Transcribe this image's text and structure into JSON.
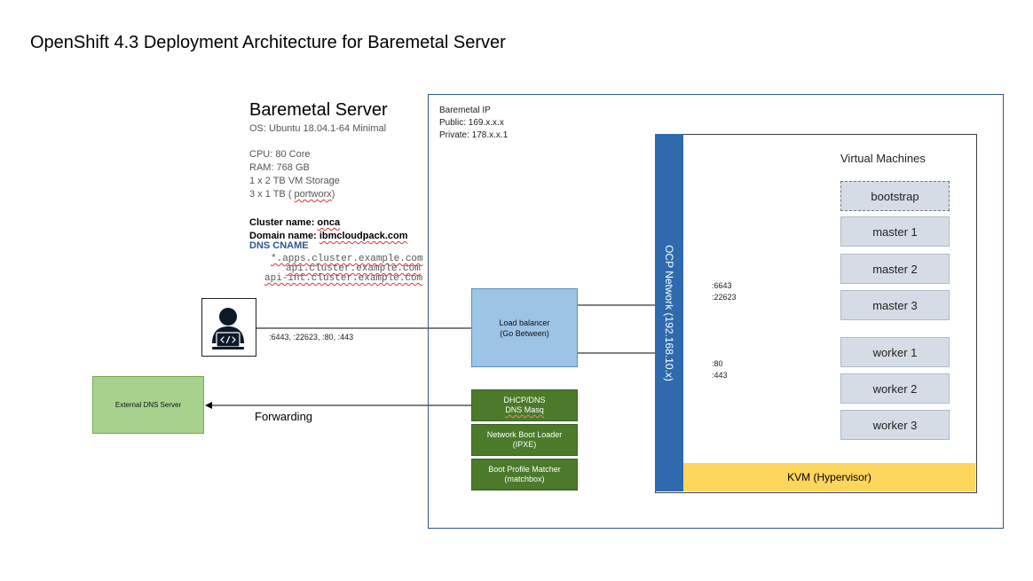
{
  "title": "OpenShift 4.3 Deployment Architecture for Baremetal Server",
  "server": {
    "title": "Baremetal Server",
    "os": "OS: Ubuntu 18.04.1-64 Minimal",
    "cpu": "CPU: 80 Core",
    "ram": "RAM: 768 GB",
    "storage1": "1 x 2 TB  VM Storage",
    "storage2_prefix": "3 x 1 TB (",
    "storage2_word": "portworx",
    "storage2_suffix": ")",
    "cluster_label": "Cluster name: ",
    "cluster_value": "onca",
    "domain_label": "Domain name: ",
    "domain_value": "ibmcloudpack.com",
    "dns_cname_label": "DNS CNAME",
    "cname1": "*.apps.cluster.example.com",
    "cname2": "api.cluster.example.com",
    "cname3": "api-int.cluster.example.com"
  },
  "baremetal_ip": {
    "label": "Baremetal IP",
    "public": "Public: 169.x.x.x",
    "private": "Private: 178.x.x.1"
  },
  "ocp_network": "OCP Network (192.168.10.x)",
  "virtual_machines": {
    "title": "Virtual Machines",
    "vms": [
      "bootstrap",
      "master 1",
      "master 2",
      "master 3",
      "worker 1",
      "worker 2",
      "worker 3"
    ]
  },
  "kvm": "KVM (Hypervisor)",
  "load_balancer": {
    "line1": "Load balancer",
    "line2": "(Go Between)"
  },
  "services": [
    {
      "line1": "DHCP/DNS",
      "line2": "DNS Masq"
    },
    {
      "line1": "Network Boot Loader",
      "line2": "(IPXE)"
    },
    {
      "line1": "Boot Profile Matcher",
      "line2": "(matchbox)"
    }
  ],
  "external_dns": "External DNS Server",
  "forwarding": "Forwarding",
  "ports": {
    "user": ":6443, :22623, :80, :443",
    "master_1": ":6643",
    "master_2": ":22623",
    "worker_1": ":80",
    "worker_2": ":443"
  },
  "icons": {
    "user": "developer-laptop-icon"
  },
  "colors": {
    "ocp_network": "#2e6aad",
    "kvm": "#ffd65c",
    "load_balancer": "#9dc3e6",
    "services": "#4a7a2a",
    "external_dns": "#a9d18e",
    "vm": "#d6dce5",
    "dns_cname": "#2f5597"
  }
}
